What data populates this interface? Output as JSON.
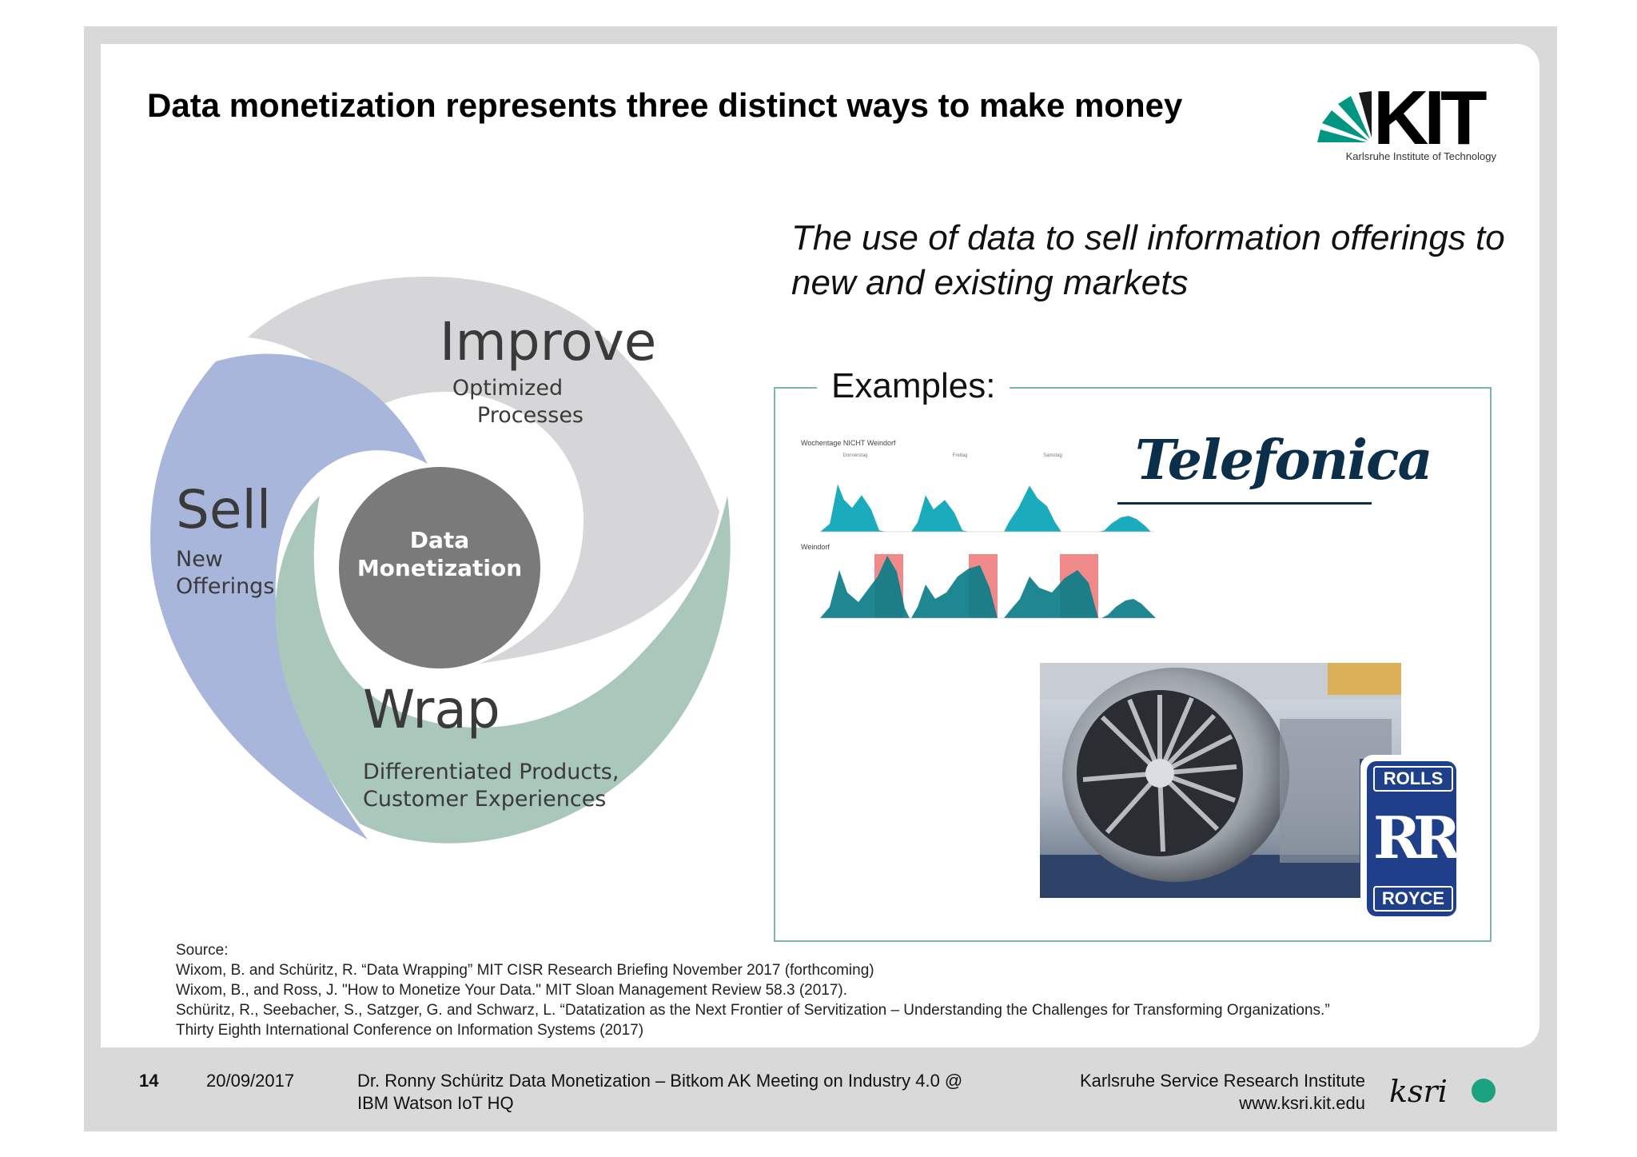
{
  "slide": {
    "title": "Data monetization represents three distinct ways to make money",
    "definition": "The use of data to sell information offerings to new and existing markets"
  },
  "kit_logo": {
    "wordmark": "KIT",
    "subtitle": "Karlsruhe Institute of Technology"
  },
  "cycle": {
    "center_line1": "Data",
    "center_line2": "Monetization",
    "improve": {
      "title": "Improve",
      "line1": "Optimized",
      "line2": "Processes"
    },
    "sell": {
      "title": "Sell",
      "line1": "New",
      "line2": "Offerings"
    },
    "wrap": {
      "title": "Wrap",
      "line1": "Differentiated Products,",
      "line2": "Customer Experiences"
    }
  },
  "examples": {
    "label": "Examples:",
    "telefonica_logo": "Telefonica",
    "telefonica_chart": {
      "top_title": "Wochentage NICHT Weindorf",
      "bottom_title": "Weindorf",
      "day_labels": [
        "Donnerstag",
        "Freitag",
        "Samstag"
      ]
    },
    "rolls_royce": {
      "top": "ROLLS",
      "monogram": "RR",
      "bottom": "ROYCE"
    }
  },
  "source": {
    "heading": "Source:",
    "refs": [
      "Wixom, B. and Schüritz, R. “Data Wrapping” MIT CISR Research Briefing November 2017 (forthcoming)",
      "Wixom, B., and Ross, J. \"How to Monetize Your Data.\" MIT Sloan Management Review 58.3 (2017).",
      "Schüritz, R., Seebacher, S., Satzger, G. and Schwarz, L. “Datatization as the Next Frontier of  Servitization  – Understanding the Challenges  for Transforming Organizations.”",
      "Thirty Eighth International Conference on Information Systems (2017)"
    ]
  },
  "footer": {
    "page": "14",
    "date": "20/09/2017",
    "talk_line1": "Dr. Ronny Schüritz Data Monetization – Bitkom AK Meeting on Industry 4.0 @",
    "talk_line2": "IBM Watson IoT HQ",
    "institute": "Karlsruhe Service Research Institute",
    "url": "www.ksri.kit.edu",
    "ksri_logo": "ksri"
  },
  "colors": {
    "improve": "#d6d6d8",
    "sell": "#a9b6dc",
    "wrap": "#aac7bc",
    "center": "#7a7a7b",
    "kit_green": "#009682",
    "chart_teal": "#1aabbd",
    "chart_dark_teal": "#0b7d88",
    "highlight_red": "#f08a8a",
    "rolls_blue": "#1f3f8a"
  }
}
